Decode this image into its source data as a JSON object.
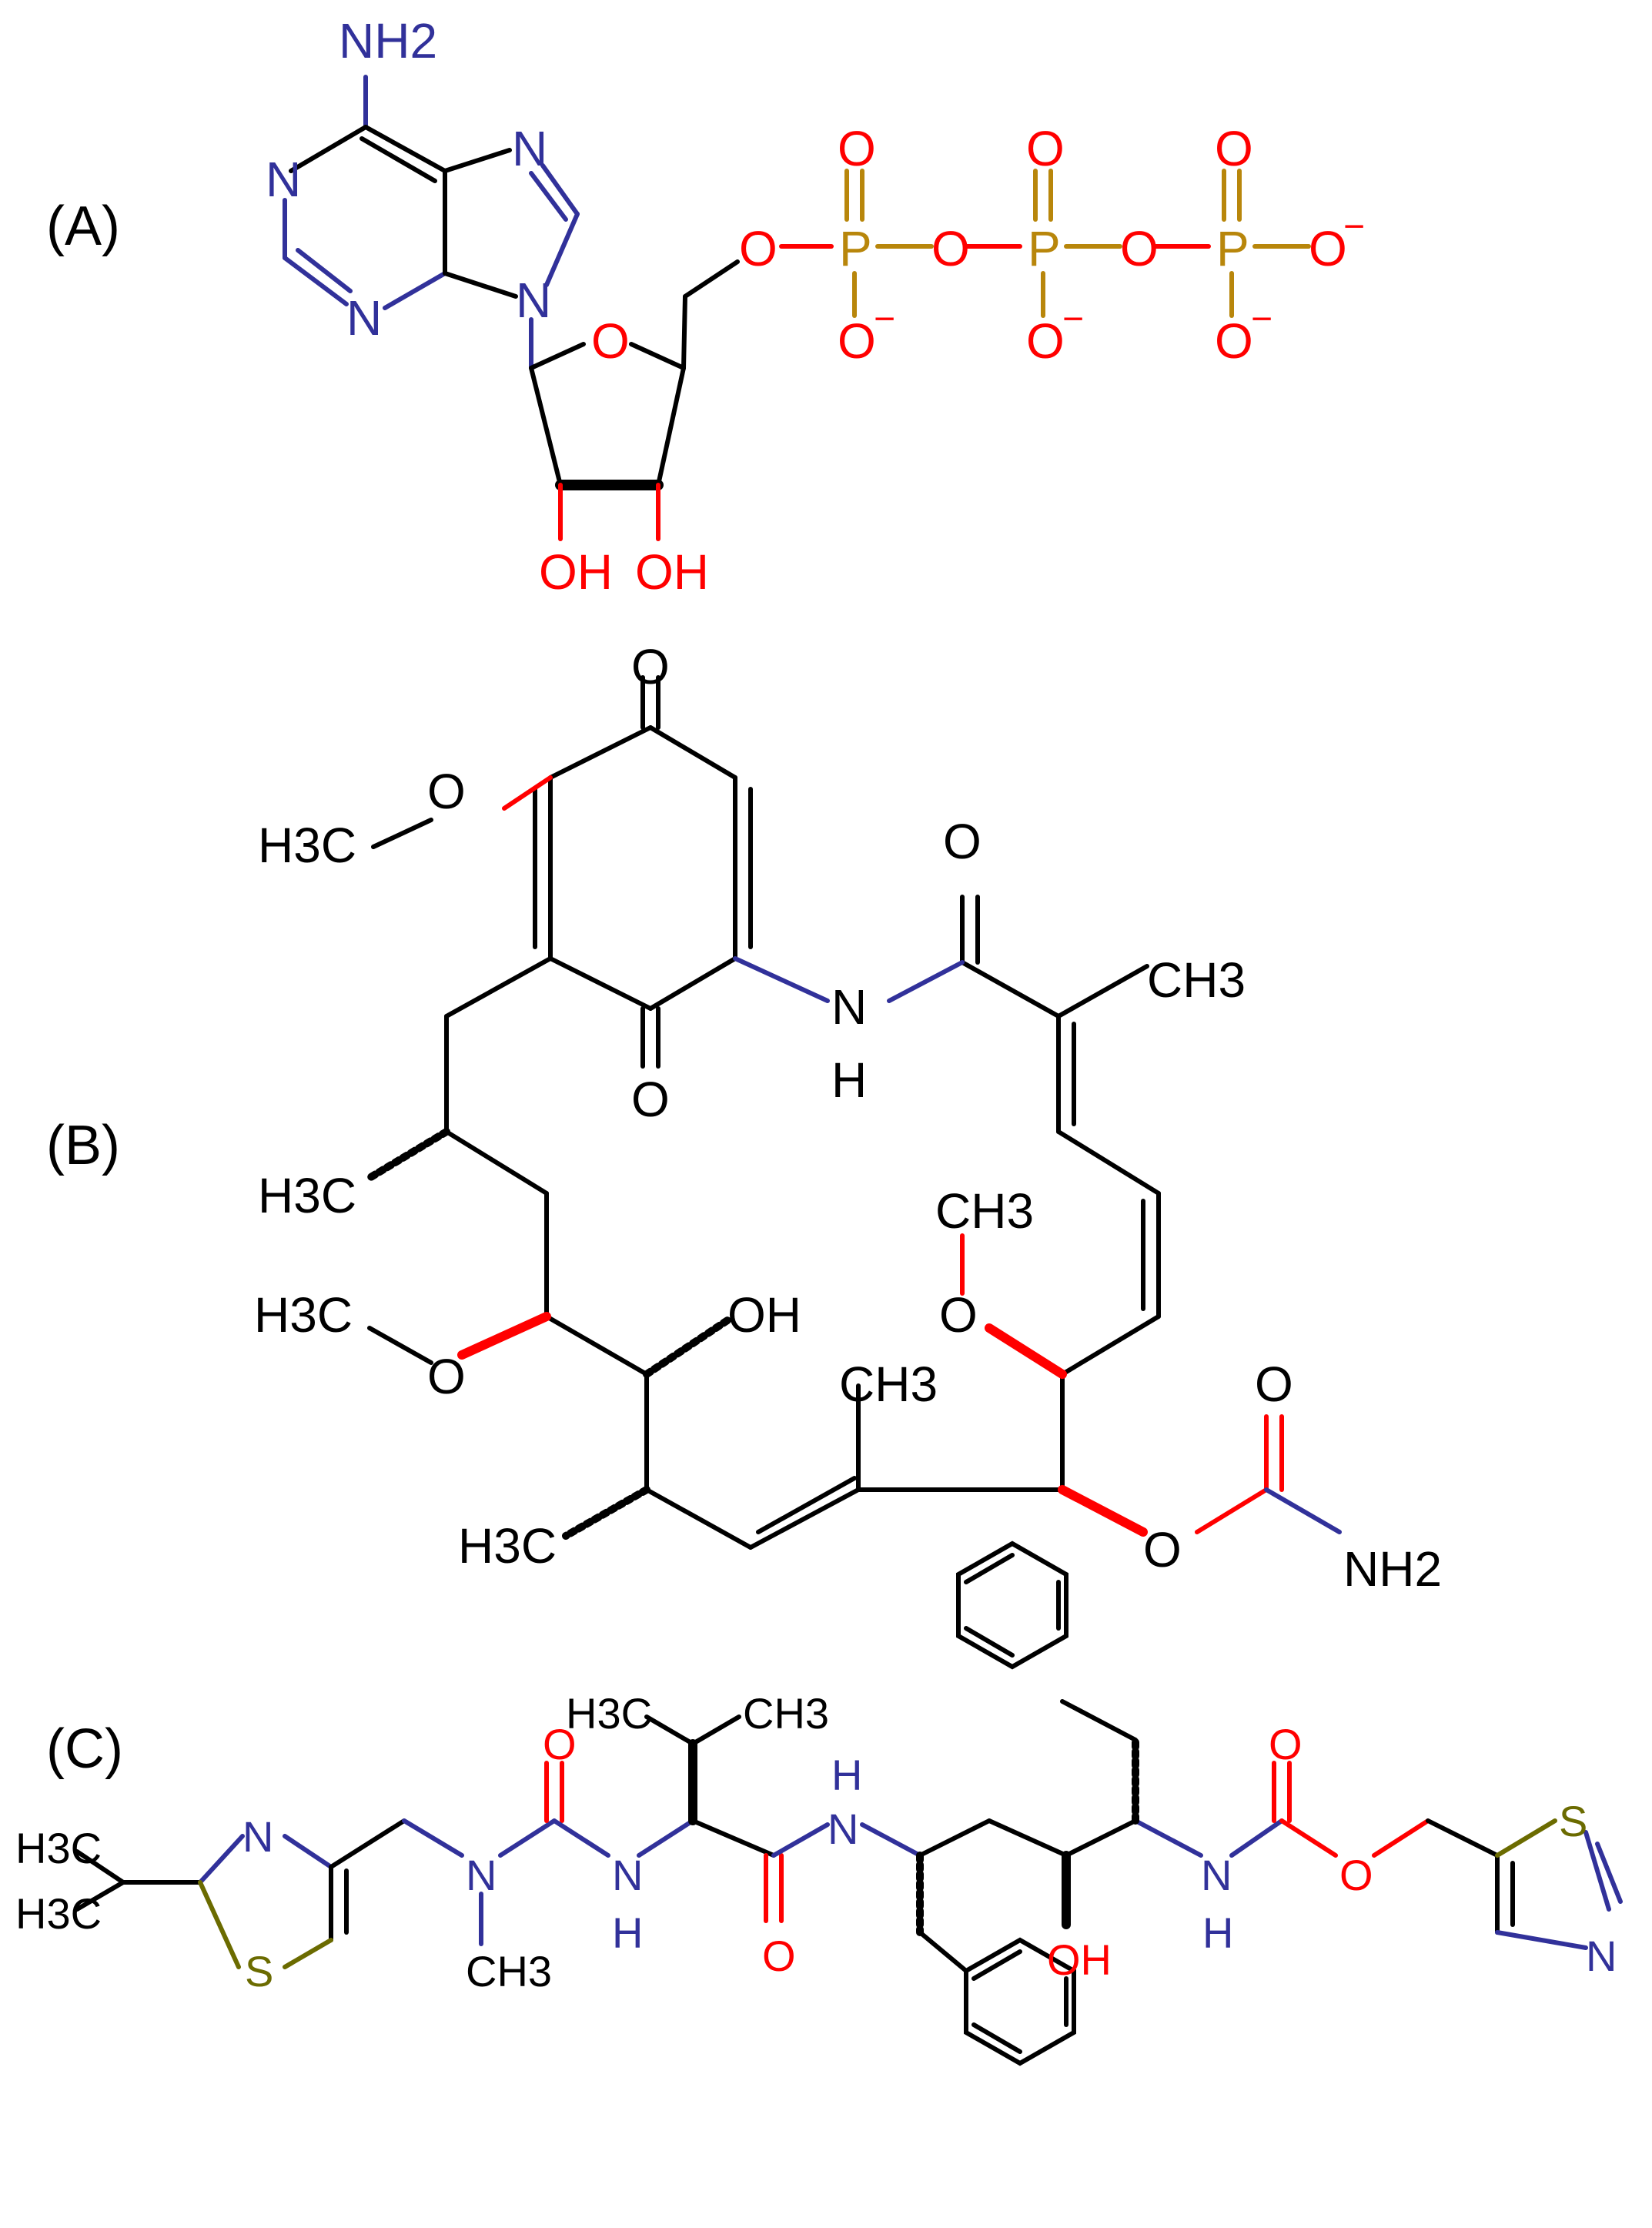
{
  "colors": {
    "carbon": "#000000",
    "nitrogen": "#31319a",
    "oxygen": "#ff0000",
    "phosphorus": "#b8860b",
    "sulfur": "#6b6b00"
  },
  "panels": {
    "a": {
      "label": "(A)"
    },
    "b": {
      "label": "(B)"
    },
    "c": {
      "label": "(C)"
    }
  },
  "atp": {
    "nh2": "NH2",
    "n1": "N",
    "n3": "N",
    "n7": "N",
    "n9": "N",
    "ring_o": "O",
    "o5": "O",
    "p1": "P",
    "p2": "P",
    "p3": "P",
    "bridge_o1": "O",
    "bridge_o2": "O",
    "dbl_o1": "O",
    "dbl_o2": "O",
    "dbl_o3": "O",
    "neg_o1": "O",
    "neg_o2": "O",
    "neg_o3": "O",
    "neg_o_end": "O",
    "charge": "−",
    "oh1": "OH",
    "oh2": "OH"
  },
  "geldanamycin": {
    "quinone_o_top": "O",
    "quinone_o_bottom": "O",
    "ome_o": "O",
    "ome_c": "H3C",
    "amide_o": "O",
    "amide_n": "N",
    "amide_h": "H",
    "methyl_top": "CH3",
    "methyl_left": "H3C",
    "methoxy_left_c": "H3C",
    "methoxy_left_o": "O",
    "oh": "OH",
    "methyl_mid": "CH3",
    "methyl_bottom_left": "H3C",
    "methoxy_right_c": "CH3",
    "methoxy_right_o": "O",
    "carbamate_o": "O",
    "carbamate_dbl_o": "O",
    "carbamate_nh2": "NH2"
  },
  "ritonavir": {
    "ipr_top": "H3C",
    "ipr_bottom": "H3C",
    "thiazole1_n": "N",
    "thiazole1_s": "S",
    "urea_n": "N",
    "urea_n_methyl": "CH3",
    "urea_o": "O",
    "urea_nh_n": "N",
    "urea_nh_h": "H",
    "val_left_me": "H3C",
    "val_right_me": "CH3",
    "amide_o": "O",
    "amide_n": "N",
    "amide_h": "H",
    "oh": "OH",
    "carbamate_n": "N",
    "carbamate_h": "H",
    "carbamate_o": "O",
    "carbamate_ester_o": "O",
    "thiazole2_s": "S",
    "thiazole2_n": "N"
  }
}
